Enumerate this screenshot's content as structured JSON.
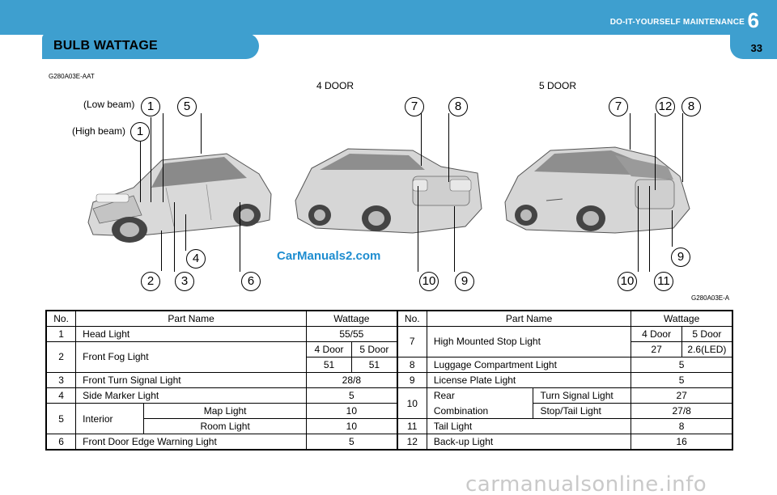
{
  "header": {
    "section_title": "DO-IT-YOURSELF MAINTENANCE",
    "chapter": "6",
    "page": "33",
    "tab_title": "BULB WATTAGE"
  },
  "codes": {
    "top_left": "G280A03E-AAT",
    "figure": "G280A03E-A"
  },
  "figure": {
    "door4_label": "4  DOOR",
    "door5_label": "5  DOOR",
    "low_beam": "(Low  beam)",
    "high_beam": "(High beam)",
    "callouts": {
      "front_low_1": "1",
      "front_low_5": "5",
      "front_high_1": "1",
      "front_2": "2",
      "front_3": "3",
      "front_4": "4",
      "front_6": "6",
      "d4_7": "7",
      "d4_8": "8",
      "d4_10": "10",
      "d4_9": "9",
      "d5_7": "7",
      "d5_12": "12",
      "d5_8": "8",
      "d5_9": "9",
      "d5_10": "10",
      "d5_11": "11"
    },
    "watermark": "CarManuals2.com"
  },
  "table": {
    "headers": {
      "no": "No.",
      "part": "Part Name",
      "wattage": "Wattage"
    },
    "left": {
      "r1": {
        "no": "1",
        "part": "Head  Light",
        "watt": "55/55"
      },
      "r2": {
        "no": "2",
        "part": "Front Fog Light",
        "sub4": "4 Door",
        "sub5": "5 Door",
        "w4": "51",
        "w5": "51"
      },
      "r3": {
        "no": "3",
        "part": "Front Turn Signal Light",
        "watt": "28/8"
      },
      "r4": {
        "no": "4",
        "part": "Side Marker Light",
        "watt": "5"
      },
      "r5": {
        "no": "5",
        "part": "Interior",
        "sub1": "Map Light",
        "w1": "10",
        "sub2": "Room Light",
        "w2": "10"
      },
      "r6": {
        "no": "6",
        "part": "Front Door Edge Warning Light",
        "watt": "5"
      }
    },
    "right": {
      "r7": {
        "no": "7",
        "part": "High Mounted Stop Light",
        "sub4": "4 Door",
        "sub5": "5 Door",
        "w4": "27",
        "w5": "2.6(LED)"
      },
      "r8": {
        "no": "8",
        "part": "Luggage Compartment Light",
        "watt": "5"
      },
      "r9": {
        "no": "9",
        "part": "License Plate Light",
        "watt": "5"
      },
      "r10": {
        "no": "10",
        "part_a": "Rear",
        "part_b": "Combination",
        "sub1": "Turn Signal Light",
        "w1": "27",
        "sub2": "Stop/Tail Light",
        "w2": "27/8"
      },
      "r11": {
        "no": "11",
        "part": "Tail Light",
        "watt": "8"
      },
      "r12": {
        "no": "12",
        "part": "Back-up  Light",
        "watt": "16"
      }
    }
  },
  "footer_watermark": "carmanualsonline.info",
  "colors": {
    "accent": "#3e9fcf",
    "watermark": "#1e8dd0"
  }
}
